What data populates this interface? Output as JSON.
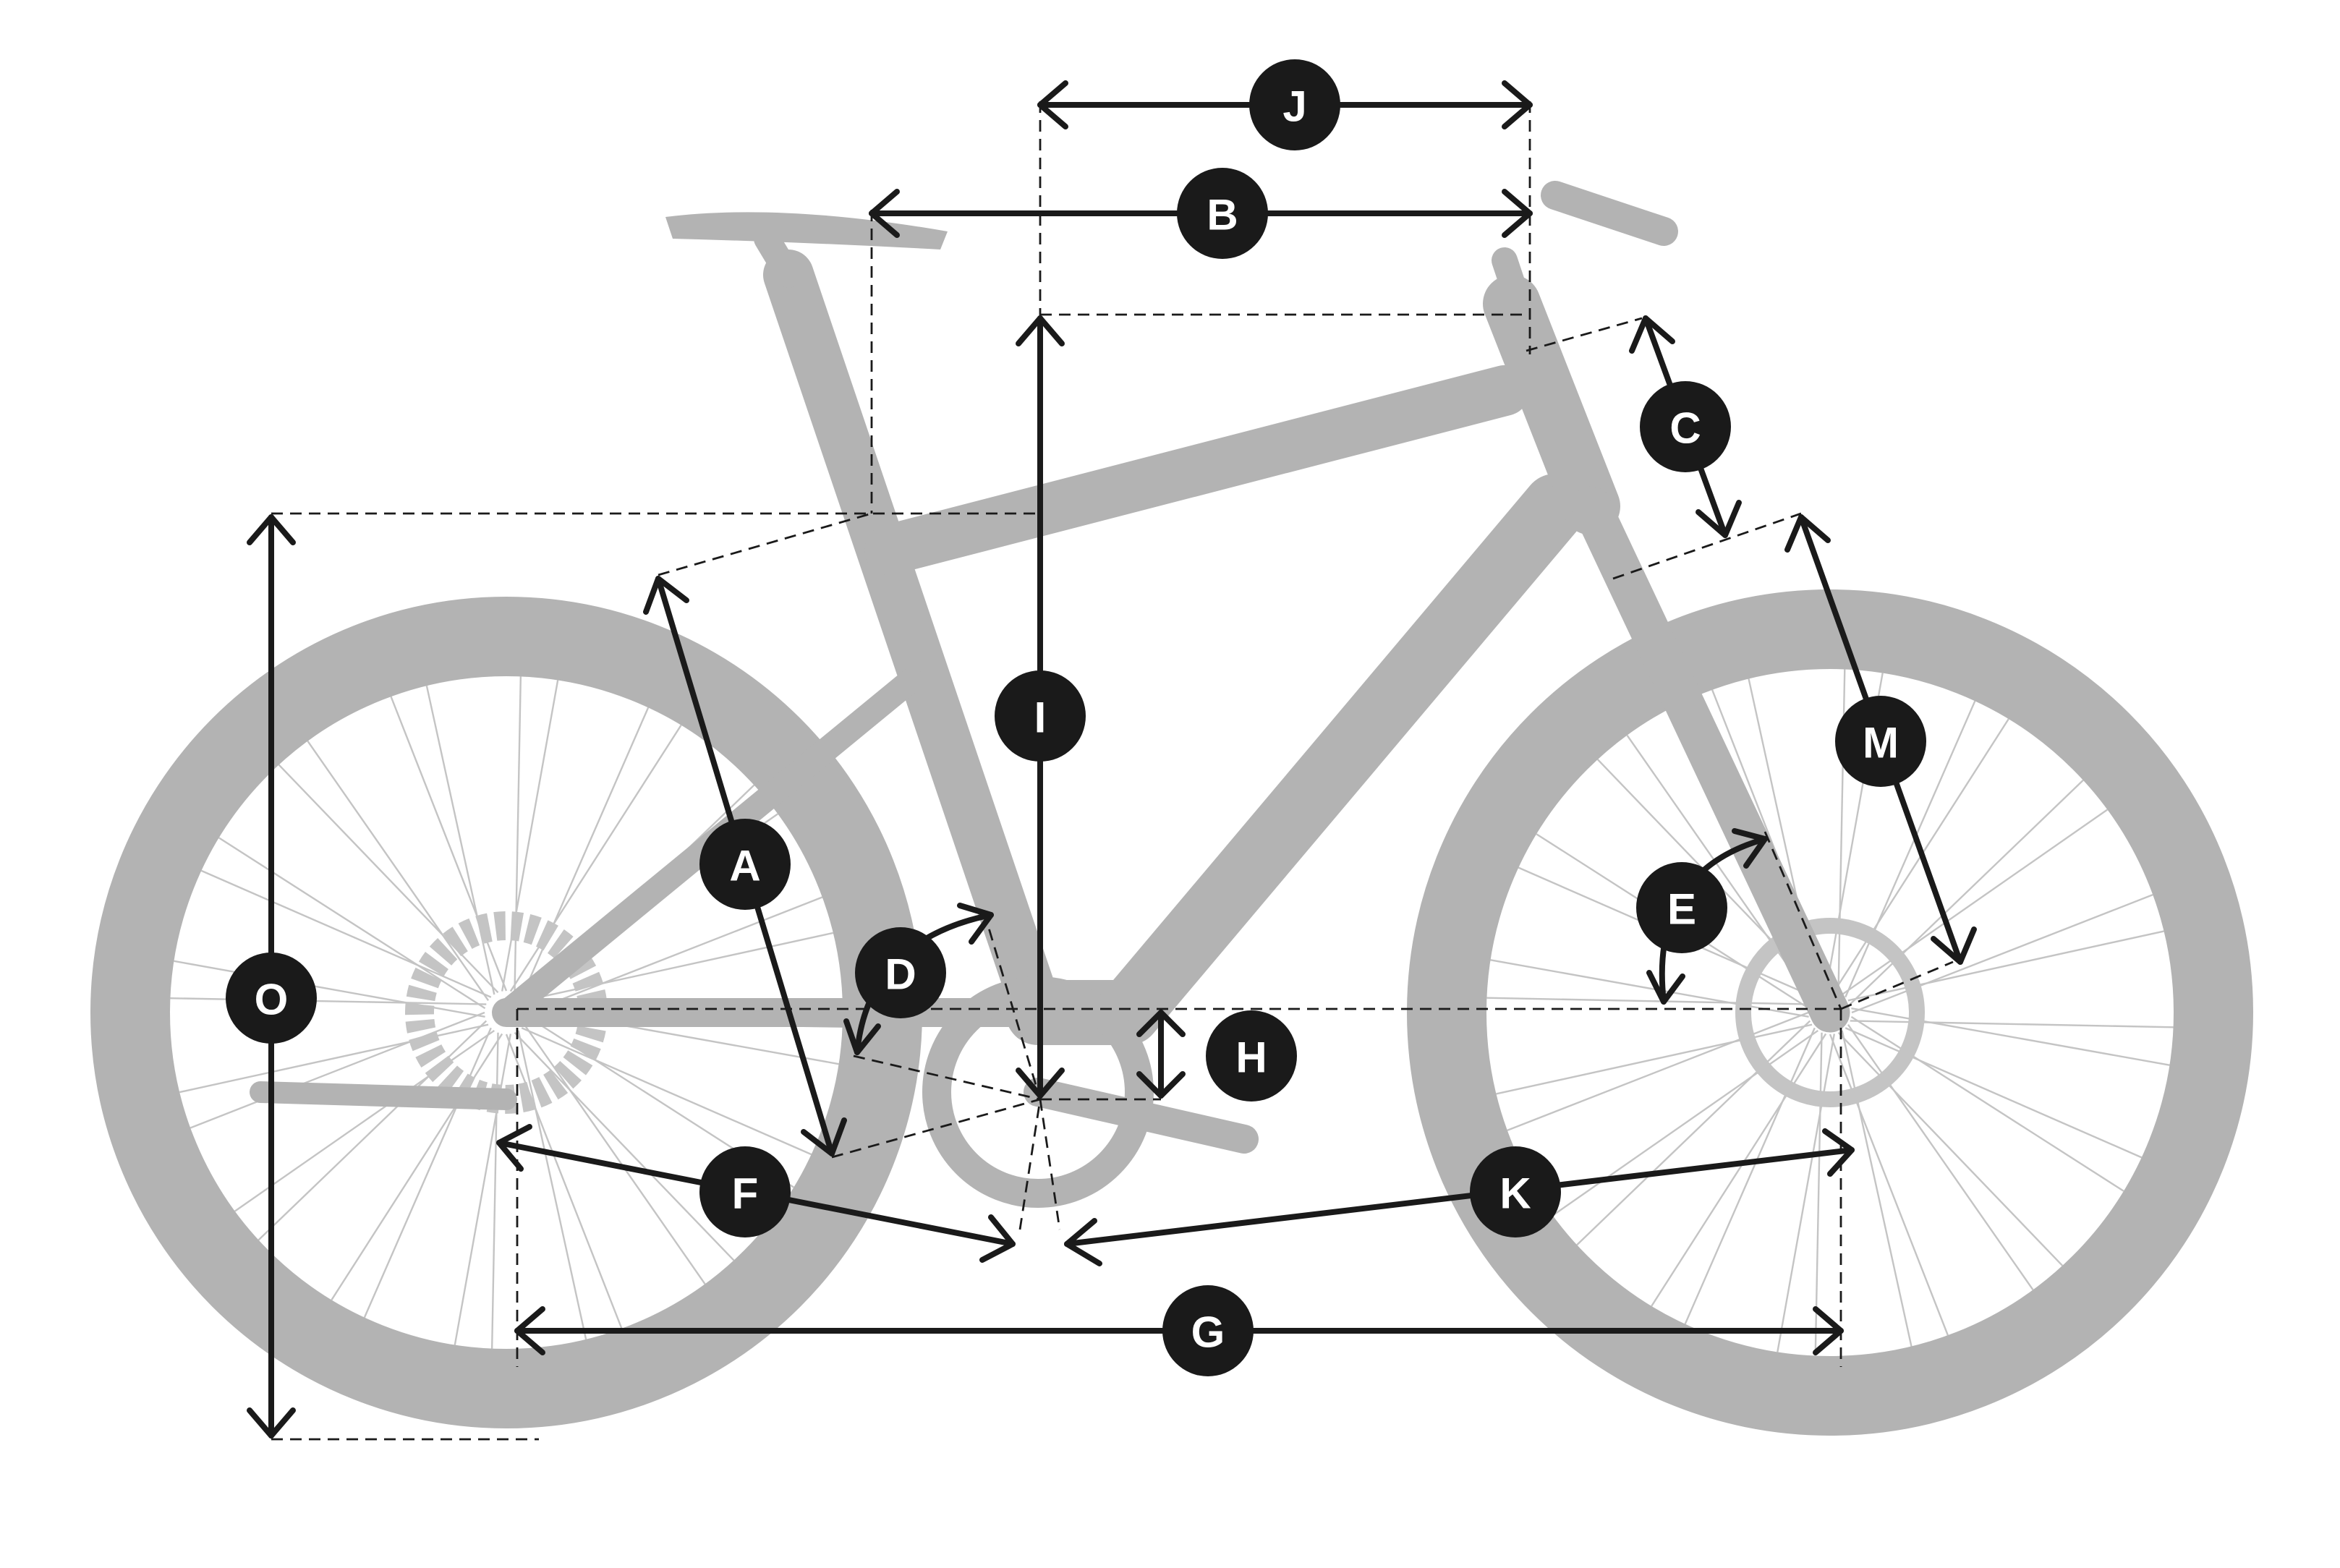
{
  "badges": {
    "A": "A",
    "B": "B",
    "C": "C",
    "D": "D",
    "E": "E",
    "F": "F",
    "G": "G",
    "H": "H",
    "I": "I",
    "J": "J",
    "K": "K",
    "M": "M",
    "O": "O"
  },
  "colors": {
    "bike_silhouette": "#b3b3b3",
    "annotation": "#1a1a1a",
    "badge_text": "#ffffff",
    "background": "#ffffff"
  }
}
